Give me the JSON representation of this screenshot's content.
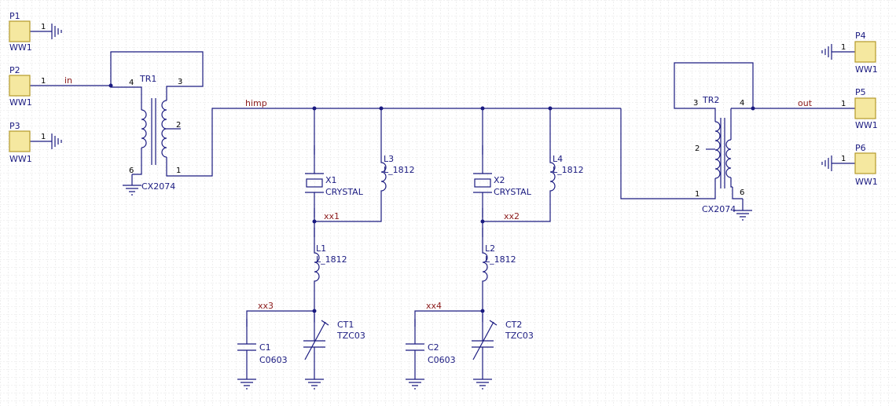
{
  "grid": {
    "minor": "#c8c8c8",
    "background": "#ffffff"
  },
  "colors": {
    "wire": "#1a1a80",
    "part": "#1a1a80",
    "junction": "#1a1a80",
    "connector_fill": "#f5e8a0",
    "connector_stroke": "#b49a2a",
    "netlabel": "#8b1a1a"
  },
  "connectors": {
    "p1": {
      "designator": "P1",
      "comment": "WW1",
      "pin": "1"
    },
    "p2": {
      "designator": "P2",
      "comment": "WW1",
      "pin": "1"
    },
    "p3": {
      "designator": "P3",
      "comment": "WW1",
      "pin": "1"
    },
    "p4": {
      "designator": "P4",
      "comment": "WW1",
      "pin": "1"
    },
    "p5": {
      "designator": "P5",
      "comment": "WW1",
      "pin": "1"
    },
    "p6": {
      "designator": "P6",
      "comment": "WW1",
      "pin": "1"
    }
  },
  "transformers": {
    "tr1": {
      "designator": "TR1",
      "comment": "CX2074",
      "pins": [
        "4",
        "3",
        "2",
        "6",
        "1"
      ]
    },
    "tr2": {
      "designator": "TR2",
      "comment": "CX2074",
      "pins": [
        "3",
        "4",
        "2",
        "1",
        "6"
      ]
    }
  },
  "crystals": {
    "x1": {
      "designator": "X1",
      "comment": "CRYSTAL"
    },
    "x2": {
      "designator": "X2",
      "comment": "CRYSTAL"
    }
  },
  "inductors": {
    "l1": {
      "designator": "L1",
      "comment": "L_1812"
    },
    "l2": {
      "designator": "L2",
      "comment": "L_1812"
    },
    "l3": {
      "designator": "L3",
      "comment": "L_1812"
    },
    "l4": {
      "designator": "L4",
      "comment": "L_1812"
    }
  },
  "capacitors": {
    "c1": {
      "designator": "C1",
      "comment": "C0603"
    },
    "c2": {
      "designator": "C2",
      "comment": "C0603"
    }
  },
  "trimmers": {
    "ct1": {
      "designator": "CT1",
      "comment": "TZC03"
    },
    "ct2": {
      "designator": "CT2",
      "comment": "TZC03"
    }
  },
  "nets": {
    "in": "in",
    "himp": "himp",
    "xx1": "xx1",
    "xx2": "xx2",
    "xx3": "xx3",
    "xx4": "xx4",
    "out": "out"
  }
}
